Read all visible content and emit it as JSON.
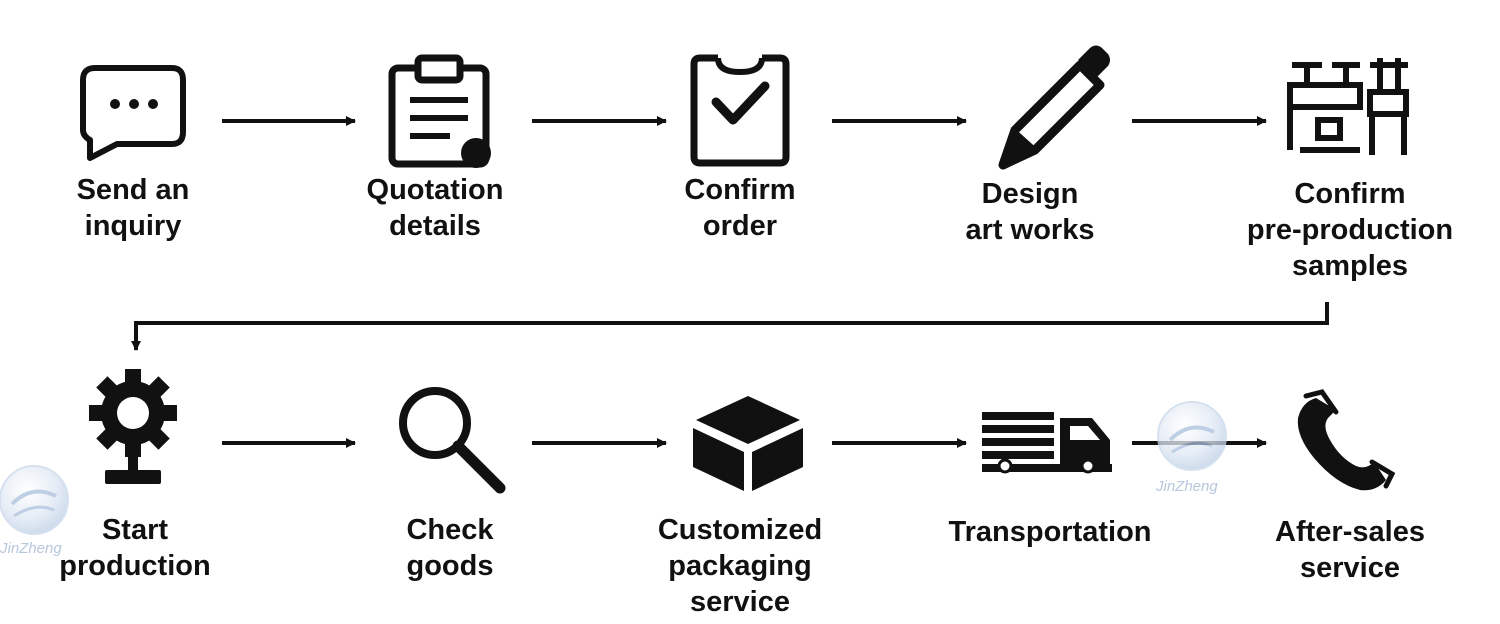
{
  "steps": [
    {
      "id": "send-inquiry",
      "icon": "chat-bubble-icon",
      "lines": [
        "Send an",
        "inquiry"
      ]
    },
    {
      "id": "quotation-details",
      "icon": "clipboard-document-icon",
      "lines": [
        "Quotation",
        "details"
      ]
    },
    {
      "id": "confirm-order",
      "icon": "clipboard-check-icon",
      "lines": [
        "Confirm",
        "order"
      ]
    },
    {
      "id": "design-art-works",
      "icon": "pencil-icon",
      "lines": [
        "Design",
        "art works"
      ]
    },
    {
      "id": "confirm-samples",
      "icon": "sample-machines-icon",
      "lines": [
        "Confirm",
        "pre-production",
        "samples"
      ]
    },
    {
      "id": "start-production",
      "icon": "gear-icon",
      "lines": [
        "Start",
        "production"
      ]
    },
    {
      "id": "check-goods",
      "icon": "magnifier-icon",
      "lines": [
        "Check",
        "goods"
      ]
    },
    {
      "id": "customized-packaging",
      "icon": "box-icon",
      "lines": [
        "Customized",
        "packaging",
        "service"
      ]
    },
    {
      "id": "transportation",
      "icon": "truck-icon",
      "lines": [
        "Transportation"
      ]
    },
    {
      "id": "after-sales",
      "icon": "phone-icon",
      "lines": [
        "After-sales",
        "service"
      ]
    }
  ],
  "watermark": {
    "text": "JinZheng"
  },
  "colors": {
    "ink": "#111111",
    "watermark": "#b7c7dc"
  }
}
